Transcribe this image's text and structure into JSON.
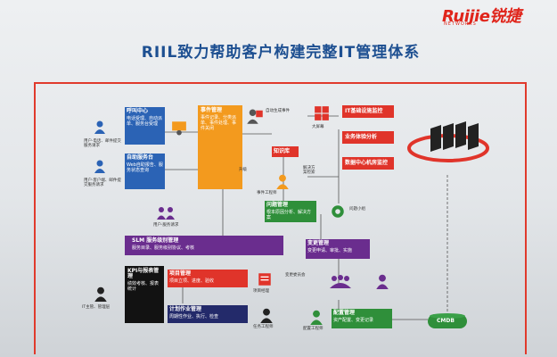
{
  "header": {
    "brand_name": "Ruijie锐捷",
    "brand_sub": "NETWORKS",
    "title": "RIIL致力帮助客户构建完整IT管理体系"
  },
  "boxes": {
    "call_center": {
      "title": "呼叫中心",
      "text": "电话受理、自动派单、服务台受理"
    },
    "self_service": {
      "title": "自助服务台",
      "text": "Web自助报告、服务状态查询"
    },
    "event_mgmt": {
      "title": "事件管理",
      "text": "事件记录、分类派单、事件处理、事件关闭"
    },
    "knowledge": {
      "title": "知识库"
    },
    "problem_mgmt": {
      "title": "问题管理",
      "text": "根本原因分析、解决方案"
    },
    "infra_monitor": {
      "title": "IT基础设施监控"
    },
    "biz_perf": {
      "title": "业务体验分析"
    },
    "dc_monitor": {
      "title": "数据中心机房监控"
    },
    "slm": {
      "title": "SLM 服务级别管理",
      "text": "服务目录、服务级别协议、考核"
    },
    "change_mgmt": {
      "title": "变更管理",
      "text": "变更申请、审批、实施"
    },
    "kpi": {
      "title": "KPI与报表管理",
      "text": "绩效考核、报表统计"
    },
    "project_mgmt": {
      "title": "项目管理",
      "text": "项目立项、进度、验收"
    },
    "plan_mgmt": {
      "title": "计划作业管理",
      "text": "周期性作业、执行、检查"
    },
    "config_mgmt": {
      "title": "配置管理",
      "text": "资产配置、变更记录"
    },
    "cmdb": {
      "title": "CMDB"
    }
  },
  "labels": {
    "user_phone": "用户·电话、邮件提交服务请求",
    "user_web": "用户·客户端、邮件提交服务请求",
    "alert_screen": "大屏幕",
    "auto_event": "自动生成事件",
    "event_staff": "事件工程师",
    "problem_staff": "问题小组",
    "user_request": "用户·服务请求",
    "change_staff": "变更委员会",
    "config_staff": "配置工程师",
    "manager": "IT主管、管理层",
    "project_staff": "项目经理",
    "task_staff": "任务工程师",
    "upgrade": "升级",
    "knowledge_search": "解决方案检索"
  },
  "colors": {
    "red": "#e0342a",
    "orange": "#f39a1e",
    "blue": "#2b63b5",
    "green": "#2f8f3a",
    "purple": "#6a2d8e",
    "black": "#121212",
    "title_blue": "#1d4f91"
  }
}
